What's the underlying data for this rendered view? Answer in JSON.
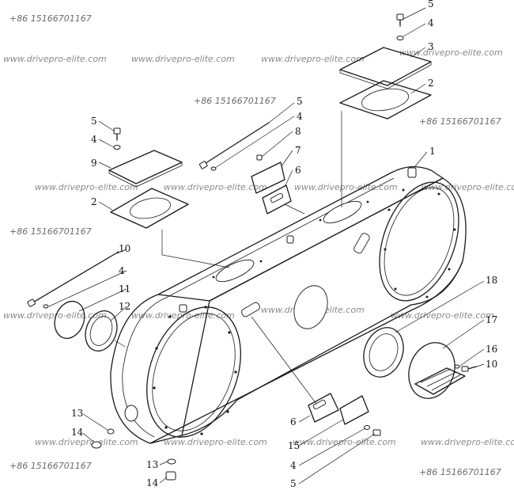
{
  "watermark": {
    "site": "www.drivepro-elite.com",
    "phone": "+86 15166701167"
  },
  "callouts": {
    "c1": "1",
    "c2a": "2",
    "c2b": "2",
    "c3": "3",
    "c4a": "4",
    "c4b": "4",
    "c4c": "4",
    "c4d": "4",
    "c4e": "4",
    "c5a": "5",
    "c5b": "5",
    "c5c": "5",
    "c5d": "5",
    "c6a": "6",
    "c6b": "6",
    "c7": "7",
    "c8": "8",
    "c9": "9",
    "c10a": "10",
    "c10b": "10",
    "c11": "11",
    "c12": "12",
    "c13a": "13",
    "c13b": "13",
    "c14a": "14",
    "c14b": "14",
    "c15": "15",
    "c16": "16",
    "c17": "17",
    "c18": "18"
  }
}
